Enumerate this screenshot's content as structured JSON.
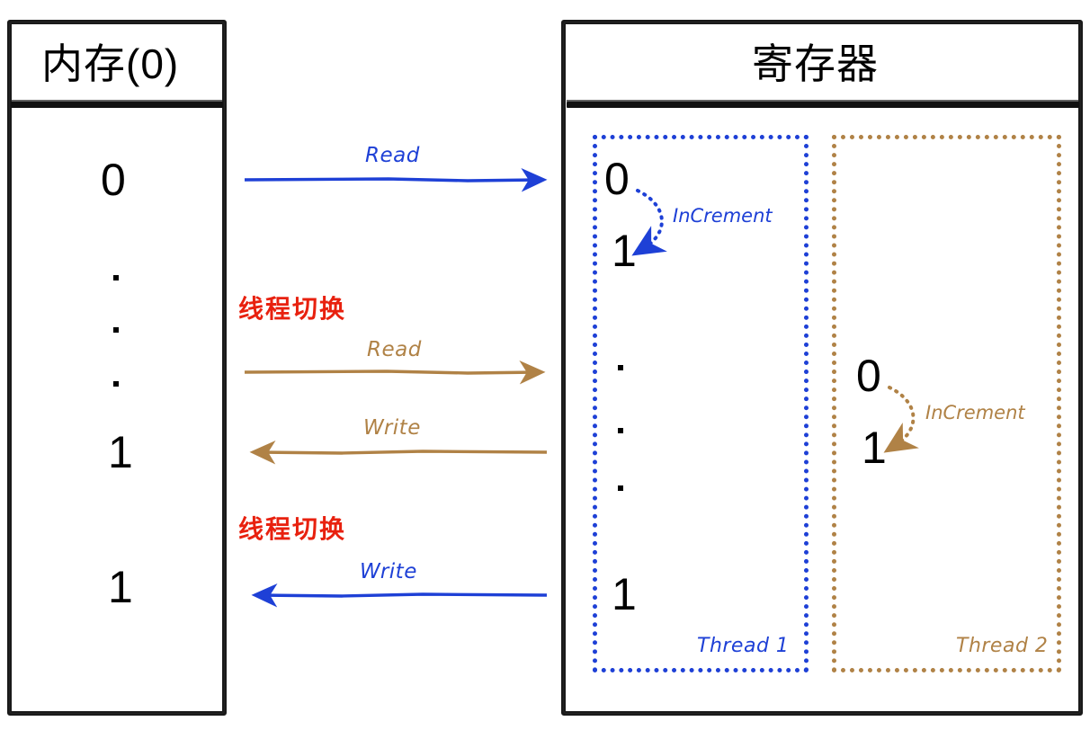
{
  "diagram": {
    "title_memory": "内存(0)",
    "title_register": "寄存器",
    "memory_panel": {
      "name": "memory-box",
      "values": [
        "0",
        "1",
        "1"
      ],
      "ellipsis_count": 3
    },
    "register_panel": {
      "name": "register-box",
      "threads": [
        {
          "label": "Thread 1",
          "color": "#1e40d6",
          "before": "0",
          "after": "1",
          "operation": "InCrement",
          "final": "1",
          "ellipsis_count": 3
        },
        {
          "label": "Thread 2",
          "color": "#b08246",
          "before": "0",
          "after": "1",
          "operation": "InCrement"
        }
      ]
    },
    "transfers": [
      {
        "label": "Read",
        "color": "#1e40d6",
        "direction": "right"
      },
      {
        "label": "Read",
        "color": "#b08246",
        "direction": "right"
      },
      {
        "label": "Write",
        "color": "#b08246",
        "direction": "left"
      },
      {
        "label": "Write",
        "color": "#1e40d6",
        "direction": "left"
      }
    ],
    "context_switches": [
      "线程切换",
      "线程切换"
    ],
    "colors": {
      "thread1": "#1e40d6",
      "thread2": "#b08246",
      "switch": "#e8210f",
      "outline": "#1a1a1a",
      "background": "#ffffff"
    }
  }
}
